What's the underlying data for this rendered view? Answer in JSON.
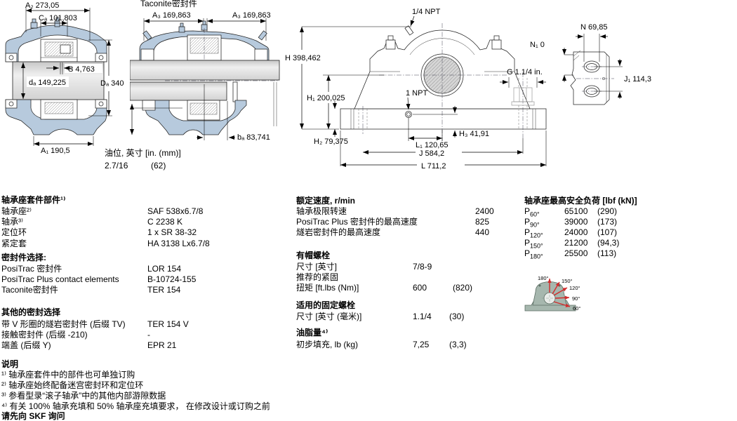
{
  "colors": {
    "housing_fill": "#b7cadd",
    "shaft_fill": "#d9d9d9",
    "line": "#000000",
    "load_arrow": "#d22b2b",
    "load_housing": "#a6b7ae",
    "load_label": "#6b1d1d"
  },
  "drawings": {
    "left_section": {
      "dims": {
        "a2": "A₂  273,05",
        "ca": "Cₐ  101,803",
        "s": "S  4,763",
        "da": "dₐ  149,225",
        "Da": "Dₐ  340",
        "a1": "A₁  190,5"
      }
    },
    "taconite_section": {
      "title": "Taconite密封件",
      "dims": {
        "a3_left": "A₃  169,863",
        "a3_right": "A₃  169,863",
        "ba": "bₐ  83,741"
      }
    },
    "oil_level": {
      "label": "油位, 英寸 [in. (mm)]",
      "inches": "2.7/16",
      "mm": "(62)"
    },
    "front_view": {
      "dims": {
        "npt_top": "1/4 NPT",
        "h": "H  398,462",
        "n1": "N₁  0",
        "g": "G  1.1/4 in.",
        "h1": "H₁  200,025",
        "npt_drain": "1 NPT",
        "h3": "H₃  41,91",
        "h2": "H₂  79,375",
        "l1": "L₁  120,65",
        "j": "J  584,2",
        "l": "L  711,2"
      }
    },
    "side_view": {
      "dims": {
        "n": "N  69,85",
        "j1": "J₁  114,3"
      }
    },
    "load_diagram": {
      "labels": [
        "180°",
        "150°",
        "120°",
        "90°",
        "60°"
      ]
    }
  },
  "tables": {
    "parts": {
      "title": "轴承座套件部件¹⁾",
      "rows": [
        {
          "label": "轴承座²⁾",
          "value": "SAF 538x6.7/8"
        },
        {
          "label": "轴承³⁾",
          "value": "C 2238 K"
        },
        {
          "label": "定位环",
          "value": "1 x SR 38-32"
        },
        {
          "label": "紧定套",
          "value": "HA 3138 Lx6.7/8"
        }
      ]
    },
    "seals": {
      "title": "密封件选择:",
      "rows": [
        {
          "label": "PosiTrac 密封件",
          "value": "LOR 154"
        },
        {
          "label": "PosiTrac Plus contact elements",
          "value": "B-10724-155"
        },
        {
          "label": "Taconite密封件",
          "value": "TER 154"
        }
      ]
    },
    "other_seals": {
      "title": "其他的密封选择",
      "rows": [
        {
          "label": "带 V 形圈的燧岩密封件 (后缀 TV)",
          "value": "TER 154 V"
        },
        {
          "label": "接触密封件 (后缀 -210)",
          "value": "-"
        },
        {
          "label": "端盖 (后缀 Y)",
          "value": "EPR 21"
        }
      ]
    },
    "notes": {
      "title": "说明",
      "lines": [
        "¹⁾ 轴承座套件中的部件也可单独订购",
        "²⁾ 轴承座始终配备迷宫密封环和定位环",
        "³⁾ 参看型录“滚子轴承”中的其他内部游隙数据",
        "⁴⁾ 有关 100% 轴承充填和 50% 轴承座充填要求， 在修改设计或订购之前"
      ],
      "last_bold": "请先向 SKF 询问"
    },
    "speeds": {
      "title": "额定速度, r/min",
      "rows": [
        {
          "label": "轴承极限转速",
          "value": "2400"
        },
        {
          "label": "PosiTrac Plus 密封件的最高速度",
          "value": "825"
        },
        {
          "label": "燧岩密封件的最高速度",
          "value": "440"
        }
      ]
    },
    "cap_screws": {
      "title": "有帽螺栓",
      "size_label": "尺寸 [英寸]",
      "size_value": "7/8-9",
      "torque_note": "推荐的紧固",
      "torque_label": "扭矩 [ft.lbs (Nm)]",
      "torque_ftlbs": "600",
      "torque_nm": "(820)"
    },
    "anchor_bolts": {
      "title": "适用的固定螺栓",
      "size_label": "尺寸 [英寸 (毫米)]",
      "size_in": "1.1/4",
      "size_mm": "(30)"
    },
    "grease": {
      "title": "油脂量⁴⁾",
      "label": "初步填充, lb (kg)",
      "lb": "7,25",
      "kg": "(3,3)"
    },
    "loads": {
      "title": "轴承座最高安全负荷 [lbf (kN)]",
      "rows": [
        {
          "p": "P",
          "sub": "60°",
          "lbf": "65100",
          "kn": "(290)"
        },
        {
          "p": "P",
          "sub": "90°",
          "lbf": "39000",
          "kn": "(173)"
        },
        {
          "p": "P",
          "sub": "120°",
          "lbf": "24000",
          "kn": "(107)"
        },
        {
          "p": "P",
          "sub": "150°",
          "lbf": "21200",
          "kn": "(94,3)"
        },
        {
          "p": "P",
          "sub": "180°",
          "lbf": "25500",
          "kn": "(113)"
        }
      ]
    }
  }
}
